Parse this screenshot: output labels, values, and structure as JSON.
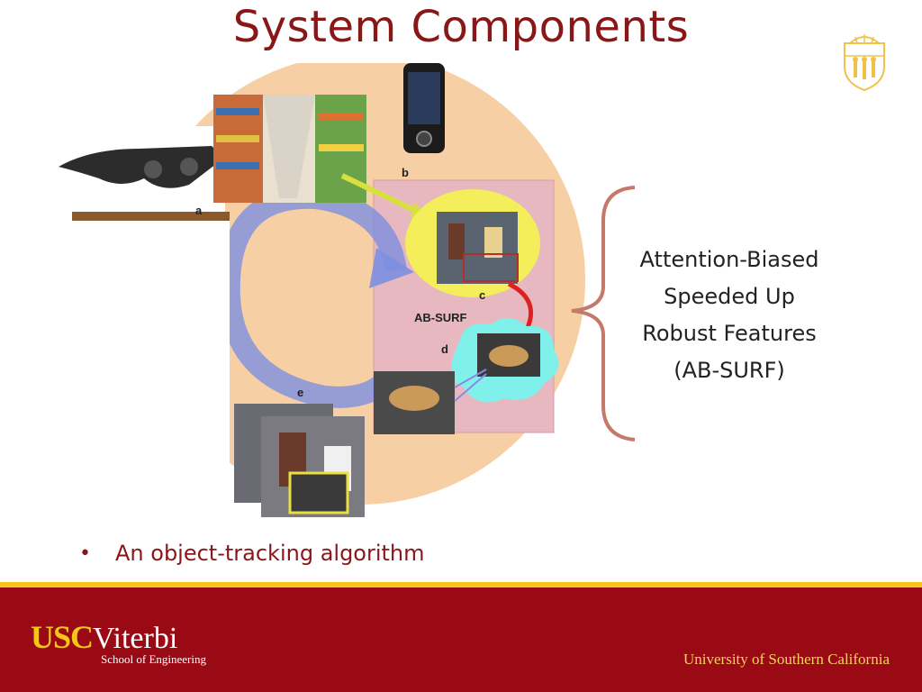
{
  "slide": {
    "title": "System Components",
    "bullet": "An object-tracking algorithm"
  },
  "diagram": {
    "labels": {
      "a": "a",
      "b": "b",
      "c": "c",
      "d": "d",
      "e": "e",
      "absurf": "AB-SURF"
    },
    "callout": [
      "Attention-Biased",
      "Speeded Up",
      "Robust Features",
      "(AB-SURF)"
    ]
  },
  "footer": {
    "usc": "USC",
    "viterbi": "Viterbi",
    "school": "School of Engineering",
    "university": "University of Southern California"
  },
  "colors": {
    "accent": "#8a1717",
    "footer_bg": "#9a0a14",
    "gold": "#f5c518"
  }
}
